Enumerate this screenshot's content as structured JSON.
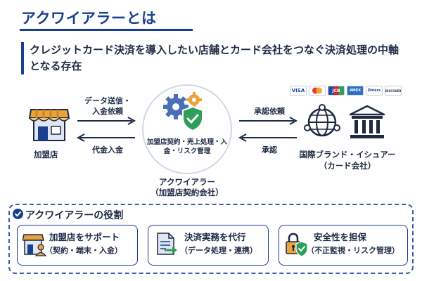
{
  "header": {
    "title": "アクワイアラーとは",
    "subtitle": "クレジットカード決済を導入したい店舗とカード会社をつなぐ決済処理の中軸となる存在"
  },
  "diagram": {
    "merchant_label": "加盟店",
    "acquirer_inner": "加盟店契約・売上処理・入金・リスク管理",
    "acquirer_name": "アクワイアラー",
    "acquirer_sub": "（加盟店契約会社）",
    "issuer_name": "国際ブランド・イシュアー",
    "issuer_sub": "（カード会社）",
    "arrow_top_left_1": "データ送信・",
    "arrow_top_left_2": "入金依頼",
    "arrow_bottom_left": "代金入金",
    "arrow_top_right": "承認依頼",
    "arrow_bottom_right": "承認",
    "card_brands": [
      "VISA",
      "MC",
      "JCB",
      "AMEX",
      "Diners",
      "DISCOVER"
    ]
  },
  "roles": {
    "title": "アクワイアラーの役割",
    "items": [
      {
        "label": "加盟店をサポート",
        "sub": "（契約・端末・入金）",
        "icon": "storefront-person-icon"
      },
      {
        "label": "決済実務を代行",
        "sub": "（データ処理・連携）",
        "icon": "document-arrow-icon"
      },
      {
        "label": "安全性を担保",
        "sub": "（不正監視・リスク管理）",
        "icon": "lock-shield-icon"
      }
    ]
  },
  "colors": {
    "primary": "#1a3f8f",
    "green": "#2e9e5b",
    "orange": "#e8a33d",
    "text": "#1c2a44"
  }
}
